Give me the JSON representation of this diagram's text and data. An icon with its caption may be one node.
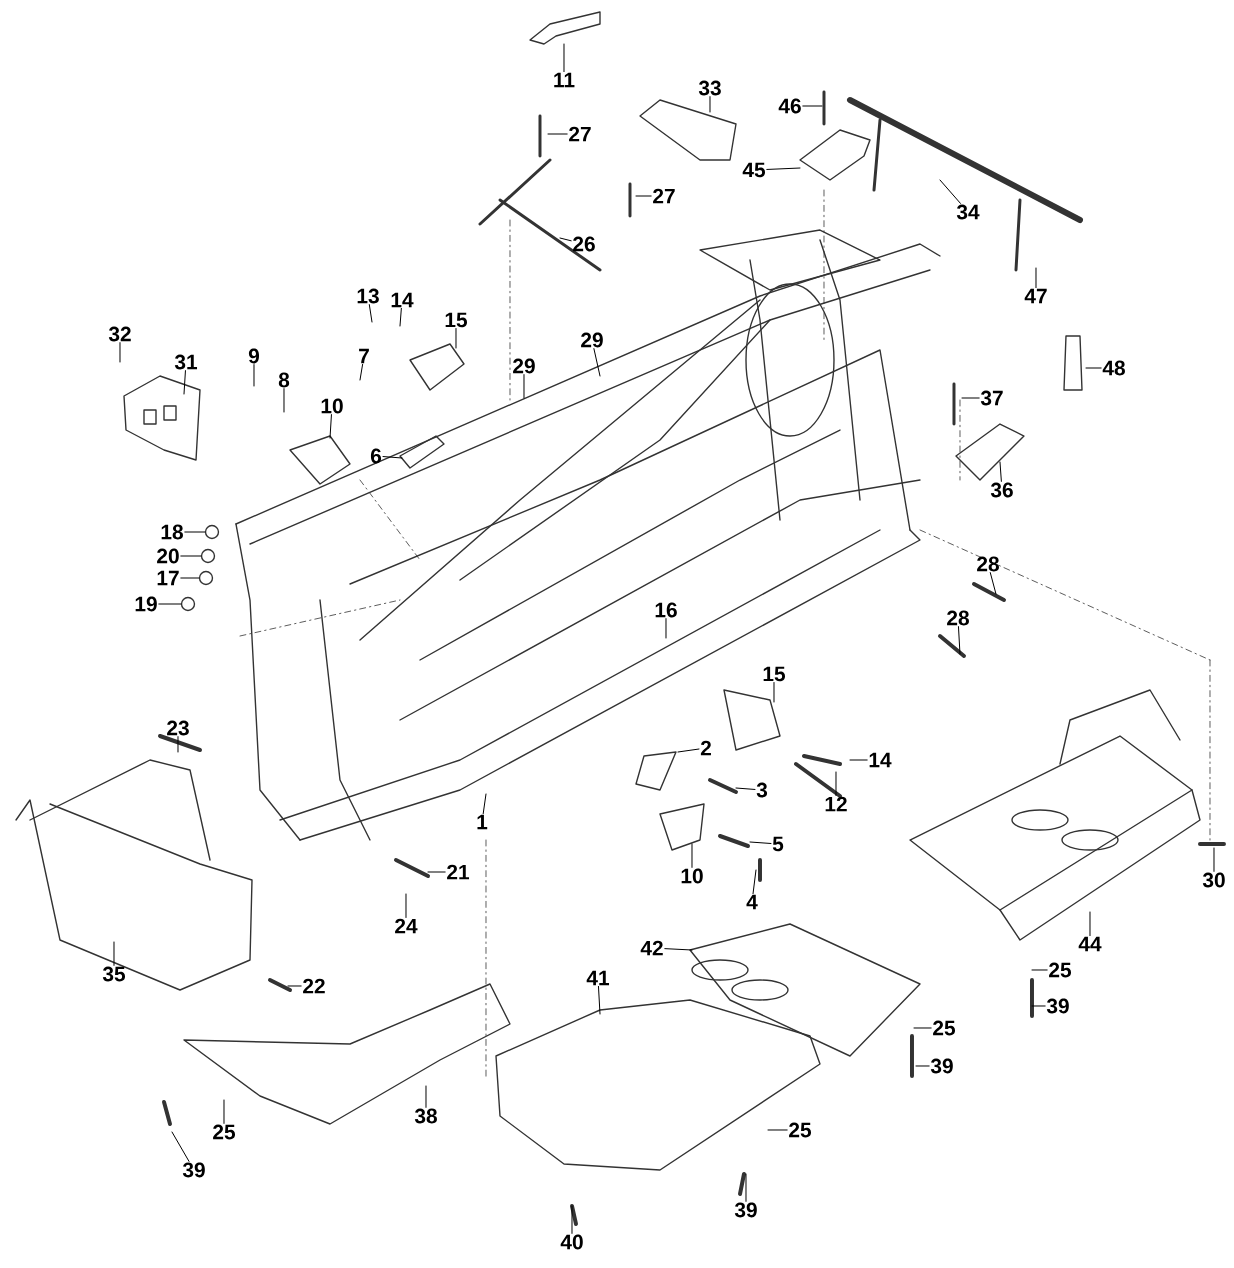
{
  "diagram": {
    "nodes": [
      {
        "text": [
          "11"
        ]
      },
      {
        "text": [
          "33"
        ]
      },
      {
        "text": [
          "46"
        ]
      },
      {
        "text": [
          "27"
        ]
      },
      {
        "text": [
          "45"
        ]
      },
      {
        "text": [
          "27"
        ]
      },
      {
        "text": [
          "34"
        ]
      },
      {
        "text": [
          "26"
        ]
      },
      {
        "text": [
          "13"
        ]
      },
      {
        "text": [
          "14"
        ]
      },
      {
        "text": [
          "47"
        ]
      },
      {
        "text": [
          "15"
        ]
      },
      {
        "text": [
          "32"
        ]
      },
      {
        "text": [
          "29"
        ]
      },
      {
        "text": [
          "9"
        ]
      },
      {
        "text": [
          "7"
        ]
      },
      {
        "text": [
          "31"
        ]
      },
      {
        "text": [
          "29"
        ]
      },
      {
        "text": [
          "48"
        ]
      },
      {
        "text": [
          "8"
        ]
      },
      {
        "text": [
          "37"
        ]
      },
      {
        "text": [
          "10"
        ]
      },
      {
        "text": [
          "6"
        ]
      },
      {
        "text": [
          "36"
        ]
      },
      {
        "text": [
          "18"
        ]
      },
      {
        "text": [
          "20"
        ]
      },
      {
        "text": [
          "28"
        ]
      },
      {
        "text": [
          "17"
        ]
      },
      {
        "text": [
          "19"
        ]
      },
      {
        "text": [
          "16"
        ]
      },
      {
        "text": [
          "28"
        ]
      },
      {
        "text": [
          "15"
        ]
      },
      {
        "text": [
          "23"
        ]
      },
      {
        "text": [
          "2"
        ]
      },
      {
        "text": [
          "14"
        ]
      },
      {
        "text": [
          "3"
        ]
      },
      {
        "text": [
          "12"
        ]
      },
      {
        "text": [
          "1"
        ]
      },
      {
        "text": [
          "5"
        ]
      },
      {
        "text": [
          "21"
        ]
      },
      {
        "text": [
          "10"
        ]
      },
      {
        "text": [
          "30"
        ]
      },
      {
        "text": [
          "4"
        ]
      },
      {
        "text": [
          "24"
        ]
      },
      {
        "text": [
          "44"
        ]
      },
      {
        "text": [
          "42"
        ]
      },
      {
        "text": [
          "25"
        ]
      },
      {
        "text": [
          "35"
        ]
      },
      {
        "text": [
          "41"
        ]
      },
      {
        "text": [
          "22"
        ]
      },
      {
        "text": [
          "39"
        ]
      },
      {
        "text": [
          "25"
        ]
      },
      {
        "text": [
          "39"
        ]
      },
      {
        "text": [
          "38"
        ]
      },
      {
        "text": [
          "25"
        ]
      },
      {
        "text": [
          "25"
        ]
      },
      {
        "text": [
          "39"
        ]
      },
      {
        "text": [
          "39"
        ]
      },
      {
        "text": [
          "40"
        ]
      },
      {
        "text": [],
        "shape": "circle"
      },
      {
        "text": [],
        "shape": "circle"
      },
      {
        "text": [],
        "shape": "circle"
      },
      {
        "text": [],
        "shape": "circle"
      }
    ],
    "edges": [
      {
        "from": 0,
        "to": null,
        "arrow": "none"
      },
      {
        "from": 1,
        "to": null,
        "arrow": "none"
      },
      {
        "from": 2,
        "to": null,
        "arrow": "none"
      },
      {
        "from": 3,
        "to": null,
        "arrow": "none"
      },
      {
        "from": 4,
        "to": null,
        "arrow": "none"
      },
      {
        "from": 5,
        "to": null,
        "arrow": "none"
      },
      {
        "from": 6,
        "to": null,
        "arrow": "none"
      },
      {
        "from": 7,
        "to": null,
        "arrow": "none"
      },
      {
        "from": 8,
        "to": null,
        "arrow": "none"
      },
      {
        "from": 9,
        "to": null,
        "arrow": "none"
      },
      {
        "from": 10,
        "to": null,
        "arrow": "none"
      },
      {
        "from": 11,
        "to": null,
        "arrow": "none"
      },
      {
        "from": 12,
        "to": null,
        "arrow": "none"
      },
      {
        "from": 13,
        "to": null,
        "arrow": "none"
      },
      {
        "from": 14,
        "to": null,
        "arrow": "none"
      },
      {
        "from": 15,
        "to": null,
        "arrow": "none"
      },
      {
        "from": 16,
        "to": null,
        "arrow": "none"
      },
      {
        "from": 17,
        "to": null,
        "arrow": "none"
      },
      {
        "from": 18,
        "to": null,
        "arrow": "none"
      },
      {
        "from": 19,
        "to": null,
        "arrow": "none"
      },
      {
        "from": 20,
        "to": null,
        "arrow": "none"
      },
      {
        "from": 21,
        "to": null,
        "arrow": "none"
      },
      {
        "from": 22,
        "to": null,
        "arrow": "none"
      },
      {
        "from": 23,
        "to": null,
        "arrow": "none"
      },
      {
        "from": 24,
        "to": 59,
        "arrow": "none"
      },
      {
        "from": 25,
        "to": 60,
        "arrow": "none"
      },
      {
        "from": 26,
        "to": null,
        "arrow": "none"
      },
      {
        "from": 27,
        "to": 61,
        "arrow": "none"
      },
      {
        "from": 28,
        "to": 62,
        "arrow": "none"
      },
      {
        "from": 29,
        "to": null,
        "arrow": "none"
      },
      {
        "from": 30,
        "to": null,
        "arrow": "none"
      },
      {
        "from": 31,
        "to": null,
        "arrow": "none"
      },
      {
        "from": 32,
        "to": null,
        "arrow": "none"
      },
      {
        "from": 33,
        "to": null,
        "arrow": "none"
      },
      {
        "from": 34,
        "to": null,
        "arrow": "none"
      },
      {
        "from": 35,
        "to": null,
        "arrow": "none"
      },
      {
        "from": 36,
        "to": null,
        "arrow": "none"
      },
      {
        "from": 37,
        "to": null,
        "arrow": "none"
      },
      {
        "from": 38,
        "to": null,
        "arrow": "none"
      },
      {
        "from": 39,
        "to": null,
        "arrow": "none"
      },
      {
        "from": 40,
        "to": null,
        "arrow": "none"
      },
      {
        "from": 41,
        "to": null,
        "arrow": "none"
      },
      {
        "from": 42,
        "to": null,
        "arrow": "none"
      },
      {
        "from": 43,
        "to": null,
        "arrow": "none"
      },
      {
        "from": 44,
        "to": null,
        "arrow": "none"
      },
      {
        "from": 45,
        "to": null,
        "arrow": "none"
      },
      {
        "from": 46,
        "to": null,
        "arrow": "none"
      },
      {
        "from": 47,
        "to": null,
        "arrow": "none"
      },
      {
        "from": 48,
        "to": null,
        "arrow": "none"
      },
      {
        "from": 49,
        "to": null,
        "arrow": "none"
      },
      {
        "from": 50,
        "to": null,
        "arrow": "none"
      },
      {
        "from": 51,
        "to": null,
        "arrow": "none"
      },
      {
        "from": 52,
        "to": null,
        "arrow": "none"
      },
      {
        "from": 53,
        "to": null,
        "arrow": "none"
      },
      {
        "from": 54,
        "to": null,
        "arrow": "none"
      },
      {
        "from": 55,
        "to": null,
        "arrow": "none"
      },
      {
        "from": 56,
        "to": null,
        "arrow": "none"
      },
      {
        "from": 57,
        "to": null,
        "arrow": "none"
      },
      {
        "from": 58,
        "to": null,
        "arrow": "none"
      }
    ]
  }
}
